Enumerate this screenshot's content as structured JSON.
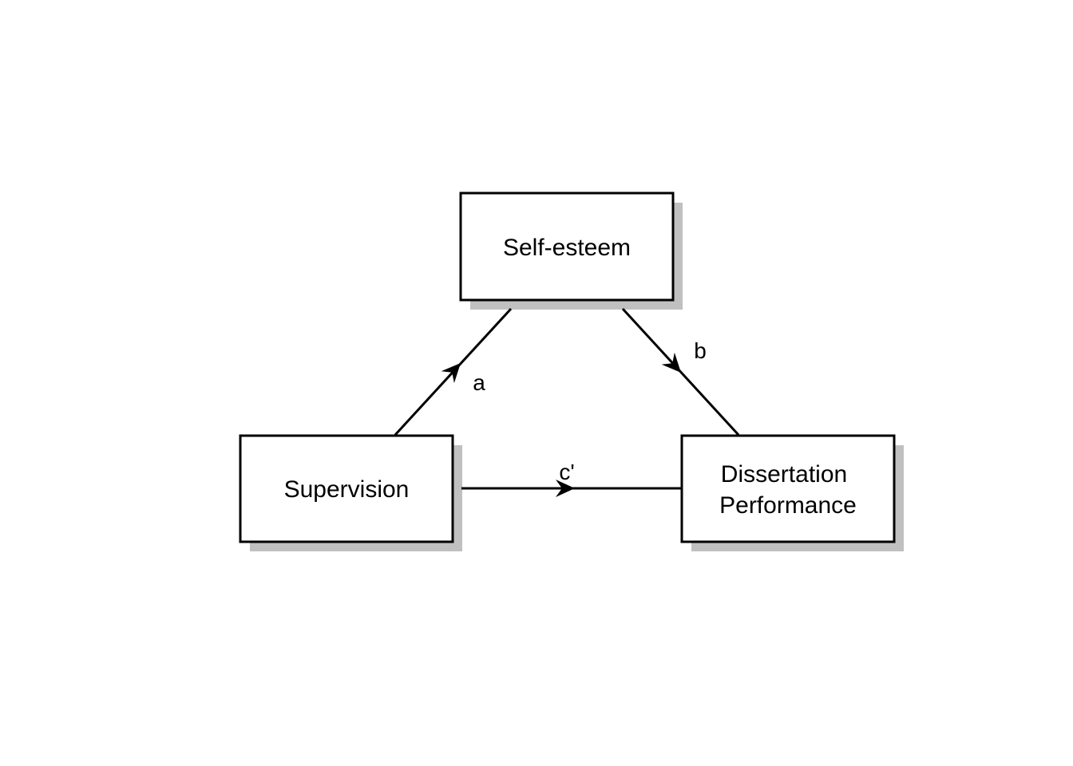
{
  "diagram": {
    "type": "mediation-model",
    "nodes": {
      "mediator": {
        "id": "mediator",
        "lines": [
          "Self-esteem"
        ]
      },
      "predictor": {
        "id": "predictor",
        "lines": [
          "Supervision"
        ]
      },
      "outcome": {
        "id": "outcome",
        "lines": [
          "Dissertation",
          "Performance"
        ]
      }
    },
    "edges": [
      {
        "id": "path-a",
        "from": "predictor",
        "to": "mediator",
        "label": "a"
      },
      {
        "id": "path-b",
        "from": "mediator",
        "to": "outcome",
        "label": "b"
      },
      {
        "id": "path-c-prime",
        "from": "predictor",
        "to": "outcome",
        "label": "c'"
      }
    ],
    "colors": {
      "stroke": "#000000",
      "shadow": "#c0c0c0",
      "fill": "#ffffff"
    }
  }
}
